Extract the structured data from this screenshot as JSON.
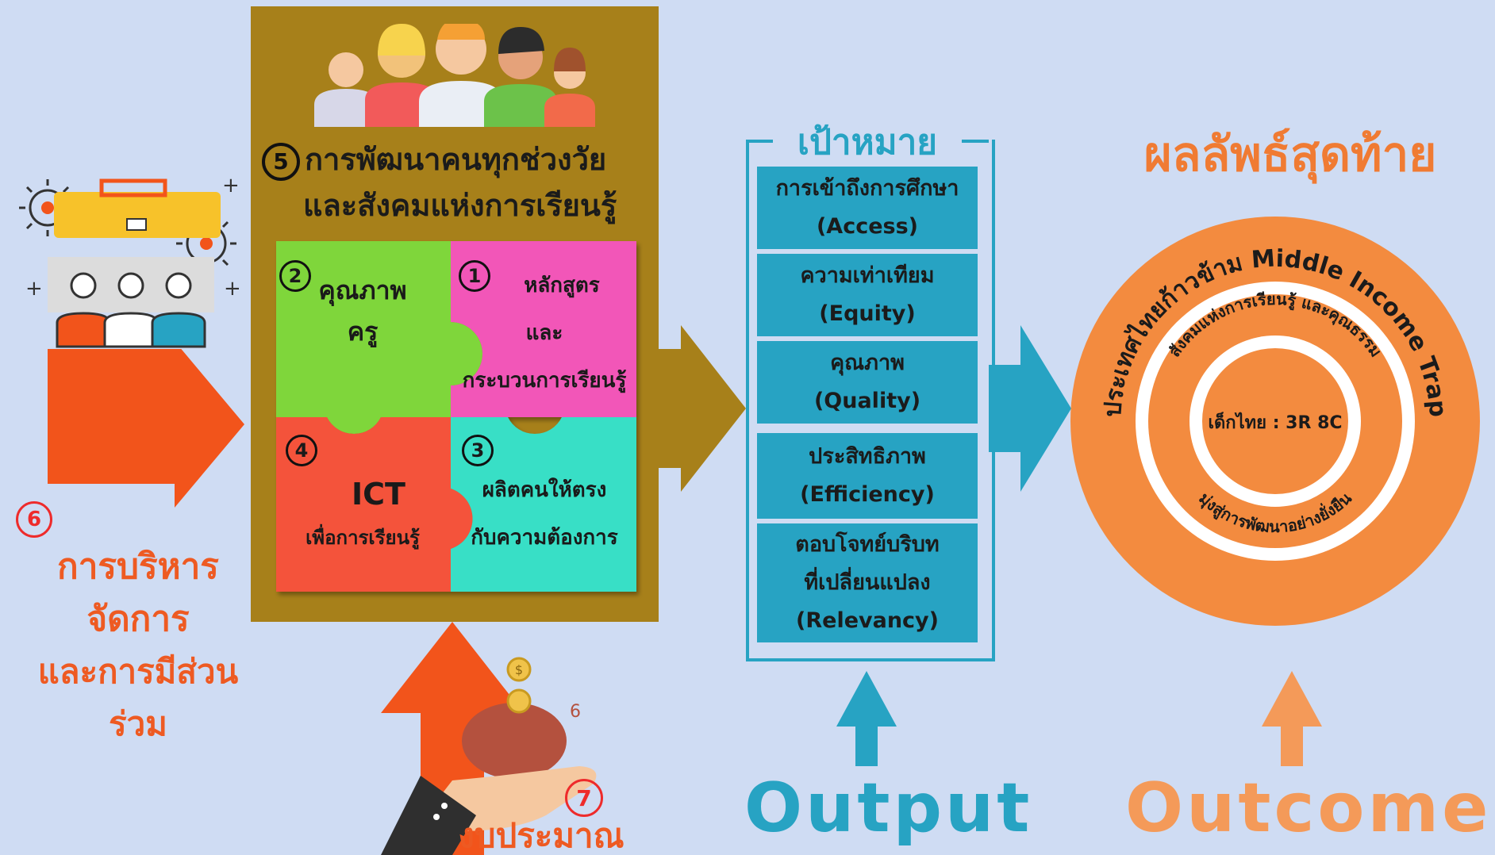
{
  "management": {
    "number": "6",
    "line1": "การบริหาร",
    "line2": "จัดการ",
    "line3": "และการมีส่วนร่วม"
  },
  "development": {
    "number": "5",
    "line1": "การพัฒนาคนทุกช่วงวัย",
    "line2": "และสังคมแห่งการเรียนรู้"
  },
  "pieces": {
    "teacher": {
      "number": "2",
      "line1": "คุณภาพ",
      "line2": "ครู"
    },
    "curriculum": {
      "number": "1",
      "line1": "หลักสูตร",
      "line2": "และ",
      "line3": "กระบวนการเรียนรู้"
    },
    "ict": {
      "number": "4",
      "line1": "ICT",
      "line2": "เพื่อการเรียนรู้"
    },
    "workforce": {
      "number": "3",
      "line1": "ผลิตคนให้ตรง",
      "line2": "กับความต้องการ"
    }
  },
  "budget": {
    "number": "7",
    "label": "งบประมาณ",
    "coin_mark": "$",
    "small_mark": "6"
  },
  "targets": {
    "title": "เป้าหมาย",
    "items": [
      {
        "thai": "การเข้าถึงการศึกษา",
        "eng": "(Access)"
      },
      {
        "thai": "ความเท่าเทียม",
        "eng": "(Equity)"
      },
      {
        "thai": "คุณภาพ",
        "eng": "(Quality)"
      },
      {
        "thai": "ประสิทธิภาพ",
        "eng": "(Efficiency)"
      },
      {
        "thai": "ตอบโจทย์บริบท",
        "thai2": "ที่เปลี่ยนแปลง",
        "eng": "(Relevancy)"
      }
    ]
  },
  "outcome": {
    "title": "ผลลัพธ์สุดท้าย",
    "outer_ring": "ประเทศไทยก้าวข้าม Middle Income Trap",
    "middle_ring_top": "สังคมแห่งการเรียนรู้ และคุณธรรม",
    "middle_ring_bottom": "มุ่งสู่การพัฒนาอย่างยั่งยืน",
    "center": "เด็กไทย : 3R 8C"
  },
  "footer": {
    "output": "Output",
    "outcome": "Outcome"
  },
  "colors": {
    "background": "#cfdcf3",
    "orange_red": "#f2541b",
    "brown": "#a7801a",
    "teal": "#27a3c3",
    "light_orange": "#f49a59",
    "outcome_orange": "#f38b3f",
    "green_piece": "#7fd63b",
    "pink_piece": "#f257b8",
    "red_piece": "#f4533a",
    "aqua_piece": "#37dfc6"
  }
}
